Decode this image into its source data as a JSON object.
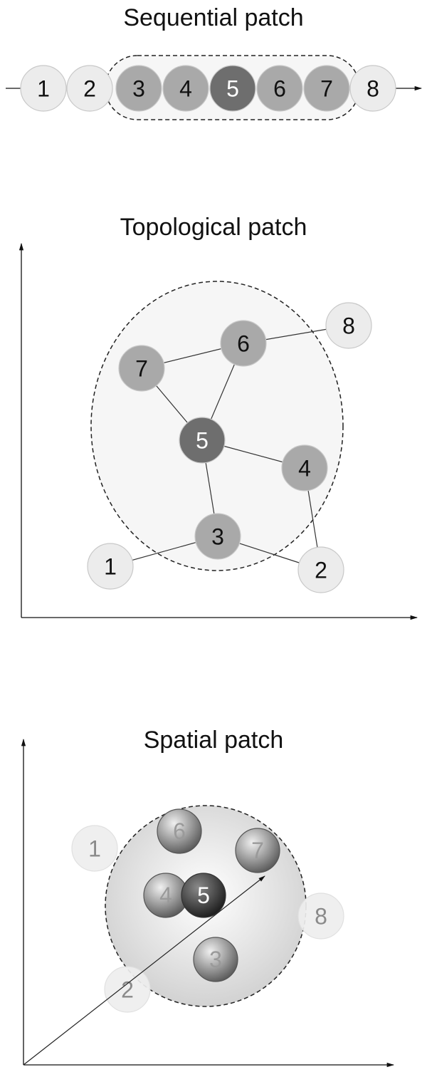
{
  "panels": {
    "sequential": {
      "title": "Sequential patch",
      "nodes": [
        {
          "label": "1",
          "role": "outside"
        },
        {
          "label": "2",
          "role": "outside"
        },
        {
          "label": "3",
          "role": "neighbor"
        },
        {
          "label": "4",
          "role": "neighbor"
        },
        {
          "label": "5",
          "role": "center"
        },
        {
          "label": "6",
          "role": "neighbor"
        },
        {
          "label": "7",
          "role": "neighbor"
        },
        {
          "label": "8",
          "role": "outside"
        }
      ]
    },
    "topological": {
      "title": "Topological patch",
      "nodes": [
        {
          "label": "1",
          "role": "outside"
        },
        {
          "label": "2",
          "role": "outside"
        },
        {
          "label": "3",
          "role": "neighbor"
        },
        {
          "label": "4",
          "role": "neighbor"
        },
        {
          "label": "5",
          "role": "center"
        },
        {
          "label": "6",
          "role": "neighbor"
        },
        {
          "label": "7",
          "role": "neighbor"
        },
        {
          "label": "8",
          "role": "outside"
        }
      ],
      "edges": [
        [
          "7",
          "6"
        ],
        [
          "6",
          "8"
        ],
        [
          "7",
          "5"
        ],
        [
          "6",
          "5"
        ],
        [
          "5",
          "4"
        ],
        [
          "5",
          "3"
        ],
        [
          "4",
          "2"
        ],
        [
          "1",
          "3"
        ],
        [
          "3",
          "2"
        ]
      ]
    },
    "spatial": {
      "title": "Spatial patch",
      "nodes": [
        {
          "label": "1",
          "role": "outside"
        },
        {
          "label": "2",
          "role": "outside"
        },
        {
          "label": "3",
          "role": "neighbor"
        },
        {
          "label": "4",
          "role": "neighbor"
        },
        {
          "label": "5",
          "role": "center"
        },
        {
          "label": "6",
          "role": "neighbor"
        },
        {
          "label": "7",
          "role": "neighbor"
        },
        {
          "label": "8",
          "role": "outside"
        }
      ]
    }
  },
  "colors": {
    "outside_fill": "#ececec",
    "neighbor_fill": "#a9a9a9",
    "center_fill": "#6e6e6e",
    "line": "#333333",
    "patch_fill": "#f6f6f6"
  }
}
